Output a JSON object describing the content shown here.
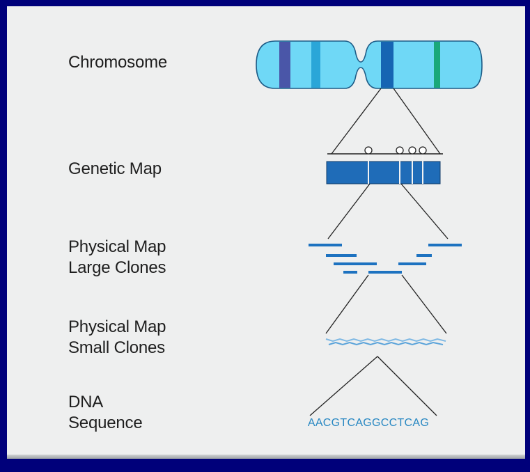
{
  "labels": {
    "chromosome": "Chromosome",
    "genetic_map": "Genetic Map",
    "physical_large": [
      "Physical Map",
      "Large Clones"
    ],
    "physical_small": [
      "Physical Map",
      "Small Clones"
    ],
    "dna_sequence": [
      "DNA",
      "Sequence"
    ]
  },
  "sequence_text": "AACGTCAGGCCTCAG",
  "colors": {
    "frame": "#00007a",
    "panel": "#eeefef",
    "chromosome_fill": "#6fd8f6",
    "chromosome_band_dark": "#1665b3",
    "chromosome_band_purple": "#4a56a8",
    "chromosome_band_green": "#1aa87a",
    "chromosome_band_mid": "#2aa6d8",
    "genetic_map_fill": "#1f6cb8",
    "clone": "#1d72c0",
    "sequence_text": "#2787c2",
    "connector": "#222222"
  }
}
